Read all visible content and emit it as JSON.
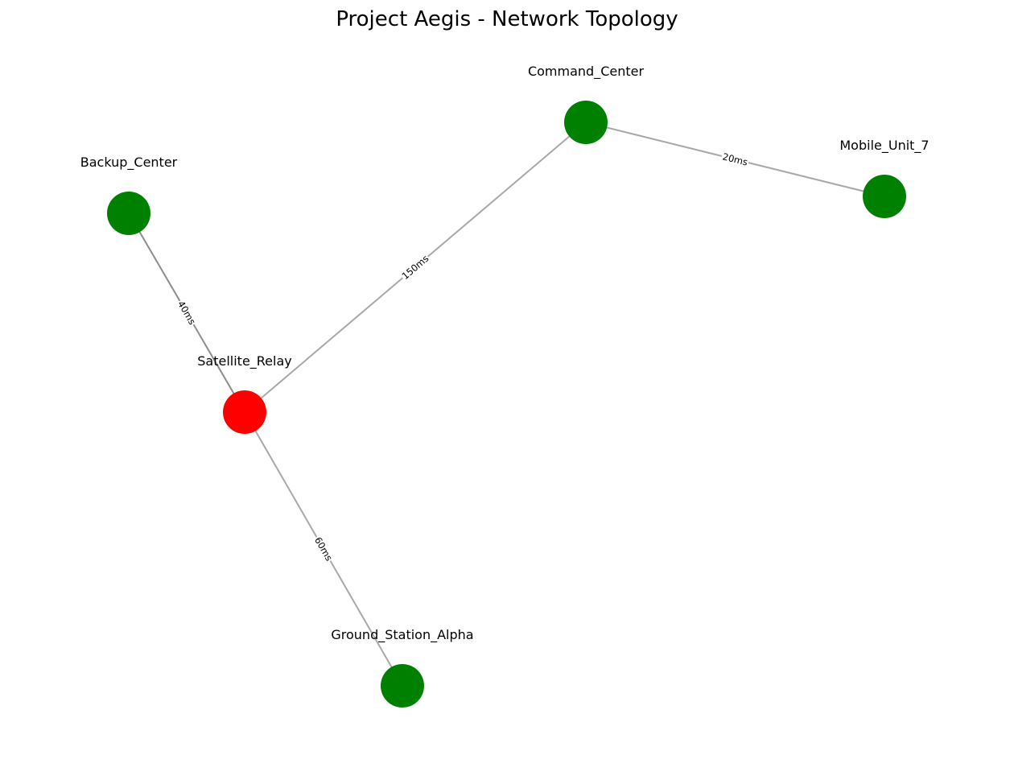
{
  "title": "Project Aegis - Network Topology",
  "colors": {
    "node_online": "#008000",
    "node_degraded": "#ff0000",
    "edge": "#a8a8a8",
    "edge_dark": "#8c8c8c"
  },
  "nodes": [
    {
      "id": "Command_Center",
      "label": "Command_Center",
      "status": "online"
    },
    {
      "id": "Mobile_Unit_7",
      "label": "Mobile_Unit_7",
      "status": "online"
    },
    {
      "id": "Backup_Center",
      "label": "Backup_Center",
      "status": "online"
    },
    {
      "id": "Satellite_Relay",
      "label": "Satellite_Relay",
      "status": "degraded"
    },
    {
      "id": "Ground_Station_Alpha",
      "label": "Ground_Station_Alpha",
      "status": "online"
    }
  ],
  "edges": [
    {
      "source": "Command_Center",
      "target": "Mobile_Unit_7",
      "label": "20ms"
    },
    {
      "source": "Command_Center",
      "target": "Satellite_Relay",
      "label": "150ms"
    },
    {
      "source": "Backup_Center",
      "target": "Satellite_Relay",
      "label": "40ms",
      "emphasis": true
    },
    {
      "source": "Satellite_Relay",
      "target": "Ground_Station_Alpha",
      "label": "60ms"
    }
  ]
}
